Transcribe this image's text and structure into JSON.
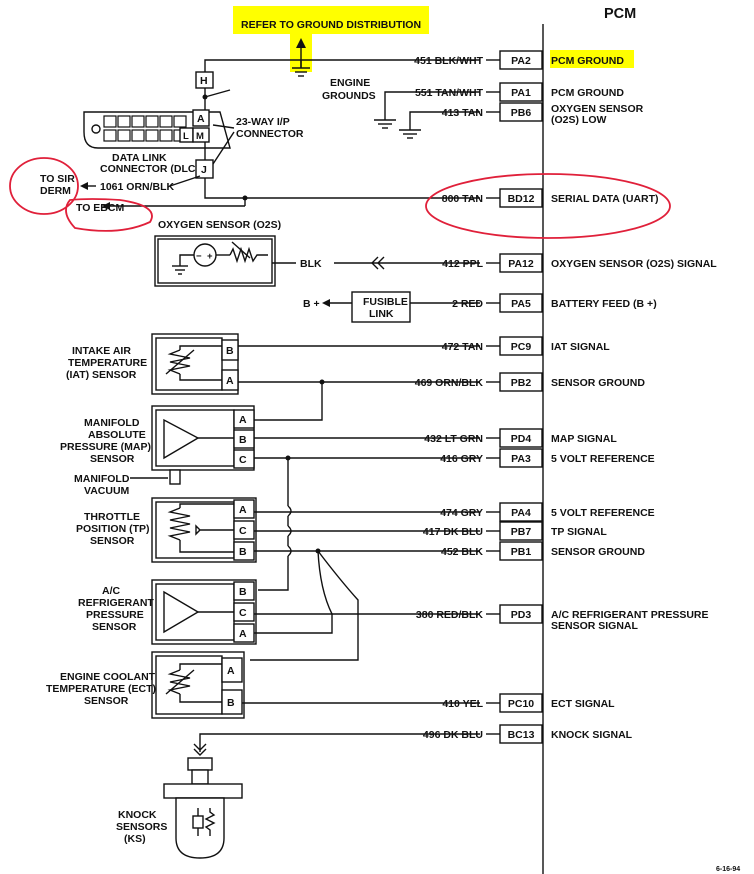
{
  "pcm": {
    "title": "PCM"
  },
  "highlight_color": "#ffff00",
  "circle_color": "#e0203a",
  "ground_ref": "REFER TO GROUND DISTRIBUTION",
  "engine_grounds": [
    "ENGINE",
    "GROUNDS"
  ],
  "dlc": {
    "label": [
      "DATA LINK",
      "CONNECTOR (DLC)"
    ],
    "pins": {
      "h": "H",
      "a": "A",
      "l": "L",
      "m": "M",
      "j": "J"
    }
  },
  "ip_connector": [
    "23-WAY I/P",
    "CONNECTOR"
  ],
  "to_sir": {
    "name": [
      "TO SIR",
      "DERM"
    ],
    "wire": "1061 ORN/BLK"
  },
  "to_ebcm": "TO EBCM",
  "o2s_label": "OXYGEN SENSOR (O2S)",
  "blk_wire": "BLK",
  "battery": {
    "bplus": "B +",
    "fusible": [
      "FUSIBLE",
      "LINK"
    ]
  },
  "pcm_pins": [
    {
      "wire": "451 BLK/WHT",
      "pin": "PA2",
      "desc": [
        "PCM GROUND"
      ]
    },
    {
      "wire": "551 TAN/WHT",
      "pin": "PA1",
      "desc": [
        "PCM GROUND"
      ]
    },
    {
      "wire": "413 TAN",
      "pin": "PB6",
      "desc": [
        "OXYGEN SENSOR",
        "(O2S) LOW"
      ]
    },
    {
      "wire": "800 TAN",
      "pin": "BD12",
      "desc": [
        "SERIAL DATA (UART)"
      ]
    },
    {
      "wire": "412 PPL",
      "pin": "PA12",
      "desc": [
        "OXYGEN SENSOR (O2S) SIGNAL"
      ]
    },
    {
      "wire": "2 RED",
      "pin": "PA5",
      "desc": [
        "BATTERY FEED (B +)"
      ]
    },
    {
      "wire": "472 TAN",
      "pin": "PC9",
      "desc": [
        "IAT SIGNAL"
      ]
    },
    {
      "wire": "469 ORN/BLK",
      "pin": "PB2",
      "desc": [
        "SENSOR GROUND"
      ]
    },
    {
      "wire": "432 LT GRN",
      "pin": "PD4",
      "desc": [
        "MAP SIGNAL"
      ]
    },
    {
      "wire": "416 GRY",
      "pin": "PA3",
      "desc": [
        "5 VOLT REFERENCE"
      ]
    },
    {
      "wire": "474 GRY",
      "pin": "PA4",
      "desc": [
        "5 VOLT REFERENCE"
      ]
    },
    {
      "wire": "417 DK BLU",
      "pin": "PB7",
      "desc": [
        "TP SIGNAL"
      ]
    },
    {
      "wire": "452 BLK",
      "pin": "PB1",
      "desc": [
        "SENSOR GROUND"
      ]
    },
    {
      "wire": "380 RED/BLK",
      "pin": "PD3",
      "desc": [
        "A/C REFRIGERANT PRESSURE",
        "SENSOR SIGNAL"
      ]
    },
    {
      "wire": "410 YEL",
      "pin": "PC10",
      "desc": [
        "ECT SIGNAL"
      ]
    },
    {
      "wire": "496 DK BLU",
      "pin": "BC13",
      "desc": [
        "KNOCK SIGNAL"
      ]
    }
  ],
  "sensors": {
    "iat": {
      "label": [
        "INTAKE AIR",
        "TEMPERATURE",
        "(IAT) SENSOR"
      ],
      "pins": [
        "B",
        "A"
      ]
    },
    "map": {
      "label": [
        "MANIFOLD",
        "ABSOLUTE",
        "PRESSURE (MAP)",
        "SENSOR"
      ],
      "pins": [
        "A",
        "B",
        "C"
      ]
    },
    "vacuum": [
      "MANIFOLD",
      "VACUUM"
    ],
    "tp": {
      "label": [
        "THROTTLE",
        "POSITION (TP)",
        "SENSOR"
      ],
      "pins": [
        "A",
        "C",
        "B"
      ]
    },
    "ac": {
      "label": [
        "A/C",
        "REFRIGERANT",
        "PRESSURE",
        "SENSOR"
      ],
      "pins": [
        "B",
        "C",
        "A"
      ]
    },
    "ect": {
      "label": [
        "ENGINE COOLANT",
        "TEMPERATURE (ECT)",
        "SENSOR"
      ],
      "pins": [
        "A",
        "B"
      ]
    },
    "knock": {
      "label": [
        "KNOCK",
        "SENSORS",
        "(KS)"
      ]
    }
  },
  "date_code": "6-16-94"
}
